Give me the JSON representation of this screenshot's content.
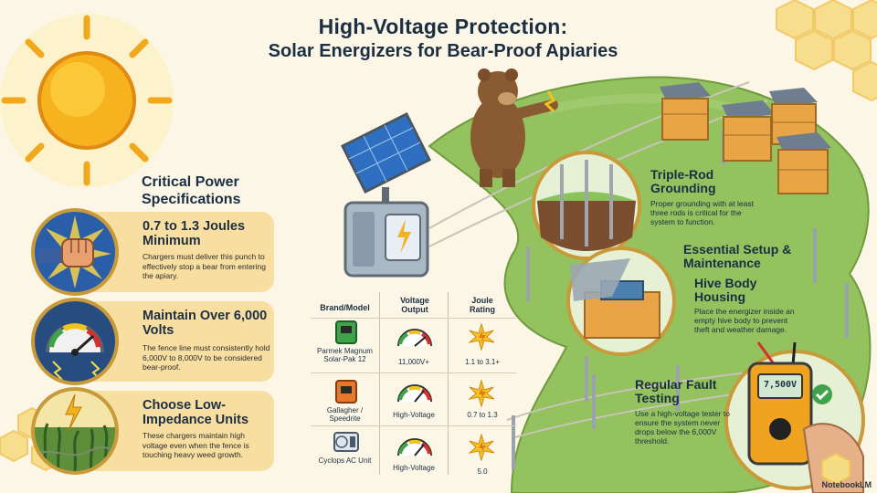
{
  "title": {
    "line1": "High-Voltage Protection:",
    "line2": "Solar Energizers for Bear-Proof Apiaries"
  },
  "specs": {
    "heading": "Critical Power Specifications",
    "cards": [
      {
        "title": "0.7 to 1.3 Joules Minimum",
        "body": "Chargers must deliver this punch to effectively stop a bear from entering the apiary.",
        "icon": "fist-icon"
      },
      {
        "title": "Maintain Over 6,000 Volts",
        "body": "The fence line must consistently hold 6,000V to 8,000V to be considered bear-proof.",
        "icon": "gauge-icon"
      },
      {
        "title": "Choose Low-Impedance Units",
        "body": "These chargers maintain high voltage even when the fence is touching heavy weed growth.",
        "icon": "weeds-lightning-icon"
      }
    ]
  },
  "table": {
    "headers": [
      "Brand/Model",
      "Voltage Output",
      "Joule Rating"
    ],
    "rows": [
      {
        "brand": "Parmek Magnum Solar-Pak 12",
        "voltage": "11,000V+",
        "joules": "1.1 to 3.1+"
      },
      {
        "brand": "Gallagher / Speedrite",
        "voltage": "High-Voltage",
        "joules": "0.7 to 1.3"
      },
      {
        "brand": "Cyclops AC Unit",
        "voltage": "High-Voltage",
        "joules": "5.0"
      }
    ]
  },
  "right": {
    "grounding_title": "Triple-Rod Grounding",
    "grounding_body": "Proper grounding with at least three rods is critical for the system to function.",
    "setup_title": "Essential Setup & Maintenance",
    "housing_title": "Hive Body Housing",
    "housing_body": "Place the energizer inside an empty hive body to prevent theft and weather damage.",
    "testing_title": "Regular Fault Testing",
    "testing_body": "Use a high-voltage tester to ensure the system never drops below the 6,000V threshold.",
    "tester_reading": "7,500V"
  },
  "footer": {
    "brand": "NotebookLM"
  },
  "colors": {
    "navy": "#1c2e42",
    "card": "#f8dfa1",
    "grass": "#8fbf5a",
    "honey": "#e8a43a"
  }
}
